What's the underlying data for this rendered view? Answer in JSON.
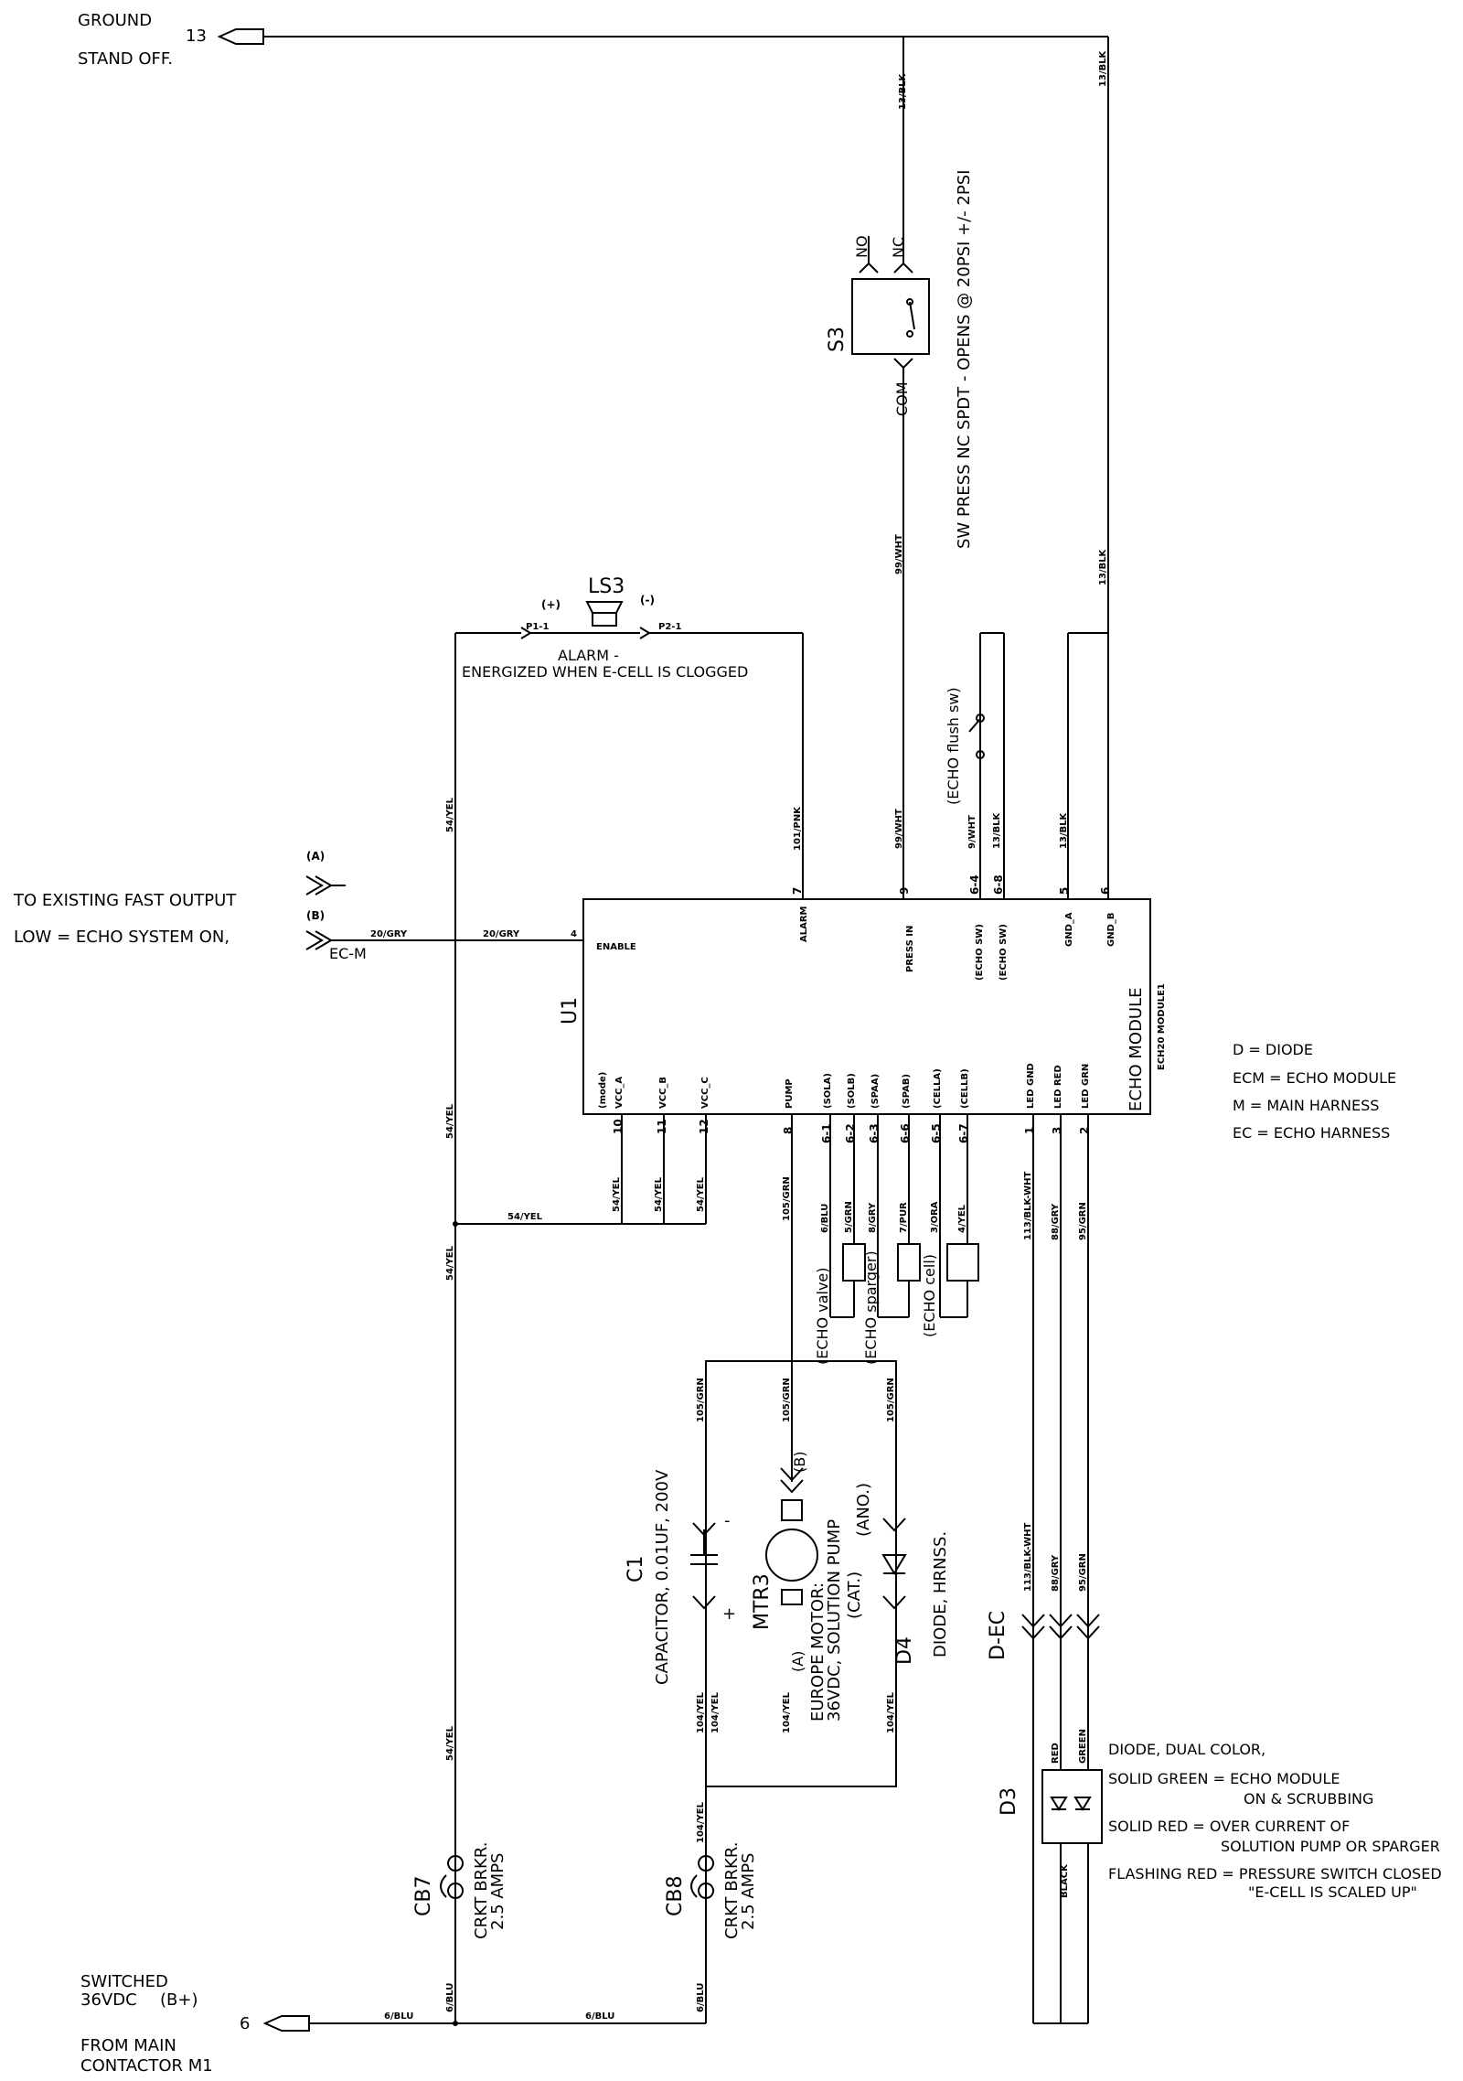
{
  "ground": {
    "line1": "GROUND",
    "line2": "STAND OFF.",
    "wire_num": "13"
  },
  "switched": {
    "line1": "SWITCHED",
    "line2": "36VDC",
    "line2b": "(B+)",
    "line3": "FROM MAIN",
    "line4": "CONTACTOR M1",
    "wire_num": "6"
  },
  "fast_output": {
    "line1": "TO EXISTING FAST OUTPUT",
    "line2": "LOW = ECHO SYSTEM ON,",
    "conn_a": "(A)",
    "conn_b": "(B)",
    "conn_label": "EC-M"
  },
  "alarm": {
    "ref": "LS3",
    "plus": "(+)",
    "minus": "(-)",
    "p1": "P1-1",
    "p2": "P2-1",
    "desc1": "ALARM -",
    "desc2": "ENERGIZED WHEN E-CELL IS CLOGGED"
  },
  "switch_s3": {
    "ref": "S3",
    "no": "NO",
    "nc": "NC",
    "com": "COM",
    "desc": "SW PRESS NC SPDT - OPENS @ 20PSI +/- 2PSI"
  },
  "echo_module": {
    "ref": "U1",
    "title": "ECHO MODULE",
    "subtitle": "ECH20 MODULE1",
    "enable": "ENABLE",
    "pin4": "4",
    "top_pins": [
      {
        "num": "7",
        "name": "ALARM",
        "wire": "101/PNK"
      },
      {
        "num": "9",
        "name": "PRESS IN",
        "wire": "99/WHT"
      },
      {
        "num": "6-4",
        "name": "(ECHO SW)",
        "wire": "9/WHT"
      },
      {
        "num": "6-8",
        "name": "(ECHO SW)",
        "wire": "13/BLK"
      },
      {
        "num": "5",
        "name": "GND_A",
        "wire": "13/BLK"
      },
      {
        "num": "6",
        "name": "GND_B",
        "wire": "13/BLK"
      }
    ],
    "bottom_pins": [
      {
        "num": "",
        "name": "(mode)",
        "wire": ""
      },
      {
        "num": "10",
        "name": "VCC_A",
        "wire": "54/YEL"
      },
      {
        "num": "11",
        "name": "VCC_B",
        "wire": "54/YEL"
      },
      {
        "num": "12",
        "name": "VCC_C",
        "wire": "54/YEL"
      },
      {
        "num": "8",
        "name": "PUMP",
        "wire": "105/GRN"
      },
      {
        "num": "6-1",
        "name": "(SOLA)",
        "wire": "6/BLU"
      },
      {
        "num": "6-2",
        "name": "(SOLB)",
        "wire": "5/GRN"
      },
      {
        "num": "6-3",
        "name": "(SPAA)",
        "wire": "8/GRY"
      },
      {
        "num": "6-6",
        "name": "(SPAB)",
        "wire": "7/PUR"
      },
      {
        "num": "6-5",
        "name": "(CELLA)",
        "wire": "3/ORA"
      },
      {
        "num": "6-7",
        "name": "(CELLB)",
        "wire": "4/YEL"
      },
      {
        "num": "1",
        "name": "LED GND",
        "wire": "113/BLK-WHT"
      },
      {
        "num": "3",
        "name": "LED RED",
        "wire": "88/GRY"
      },
      {
        "num": "2",
        "name": "LED GRN",
        "wire": "95/GRN"
      }
    ]
  },
  "flush_sw": "(ECHO flush sw)",
  "loads": {
    "valve": "(ECHO valve)",
    "sparger": "(ECHO sparger)",
    "cell": "(ECHO cell)"
  },
  "wires": {
    "w13": "13/BLK",
    "w99": "99/WHT",
    "w20": "20/GRY",
    "w54": "54/YEL",
    "w101": "101/PNK",
    "w105": "105/GRN",
    "w104": "104/YEL",
    "w6": "6/BLU",
    "w113": "113/BLK-WHT",
    "w88": "88/GRY",
    "w95": "95/GRN"
  },
  "capacitor": {
    "ref": "C1",
    "desc": "CAPACITOR, 0.01UF, 200V",
    "minus": "-",
    "plus": "+"
  },
  "motor": {
    "ref": "MTR3",
    "desc1": "EUROPE MOTOR:",
    "desc2": "36VDC, SOLUTION PUMP",
    "cat": "(CAT.)",
    "ano": "(ANO.)",
    "b": "(B)",
    "a": "(A)"
  },
  "diode_d4": {
    "ref": "D4",
    "desc": "DIODE, HRNSS."
  },
  "cb7": {
    "ref": "CB7",
    "desc1": "CRKT BRKR.",
    "desc2": "2.5 AMPS"
  },
  "cb8": {
    "ref": "CB8",
    "desc1": "CRKT BRKR.",
    "desc2": "2.5 AMPS"
  },
  "d3": {
    "ref": "D3",
    "conn": "D-EC",
    "red": "RED",
    "green": "GREEN",
    "black": "BLACK"
  },
  "notes": {
    "d3_title": "DIODE, DUAL COLOR,",
    "green1": "SOLID GREEN = ECHO MODULE",
    "green2": "ON & SCRUBBING",
    "red1": "SOLID RED = OVER CURRENT OF",
    "red2": "SOLUTION PUMP OR SPARGER",
    "flash1": "FLASHING RED = PRESSURE SWITCH CLOSED",
    "flash2": "\"E-CELL IS SCALED UP\""
  },
  "legend": [
    "D = DIODE",
    "ECM = ECHO MODULE",
    "M = MAIN HARNESS",
    "EC = ECHO HARNESS"
  ]
}
